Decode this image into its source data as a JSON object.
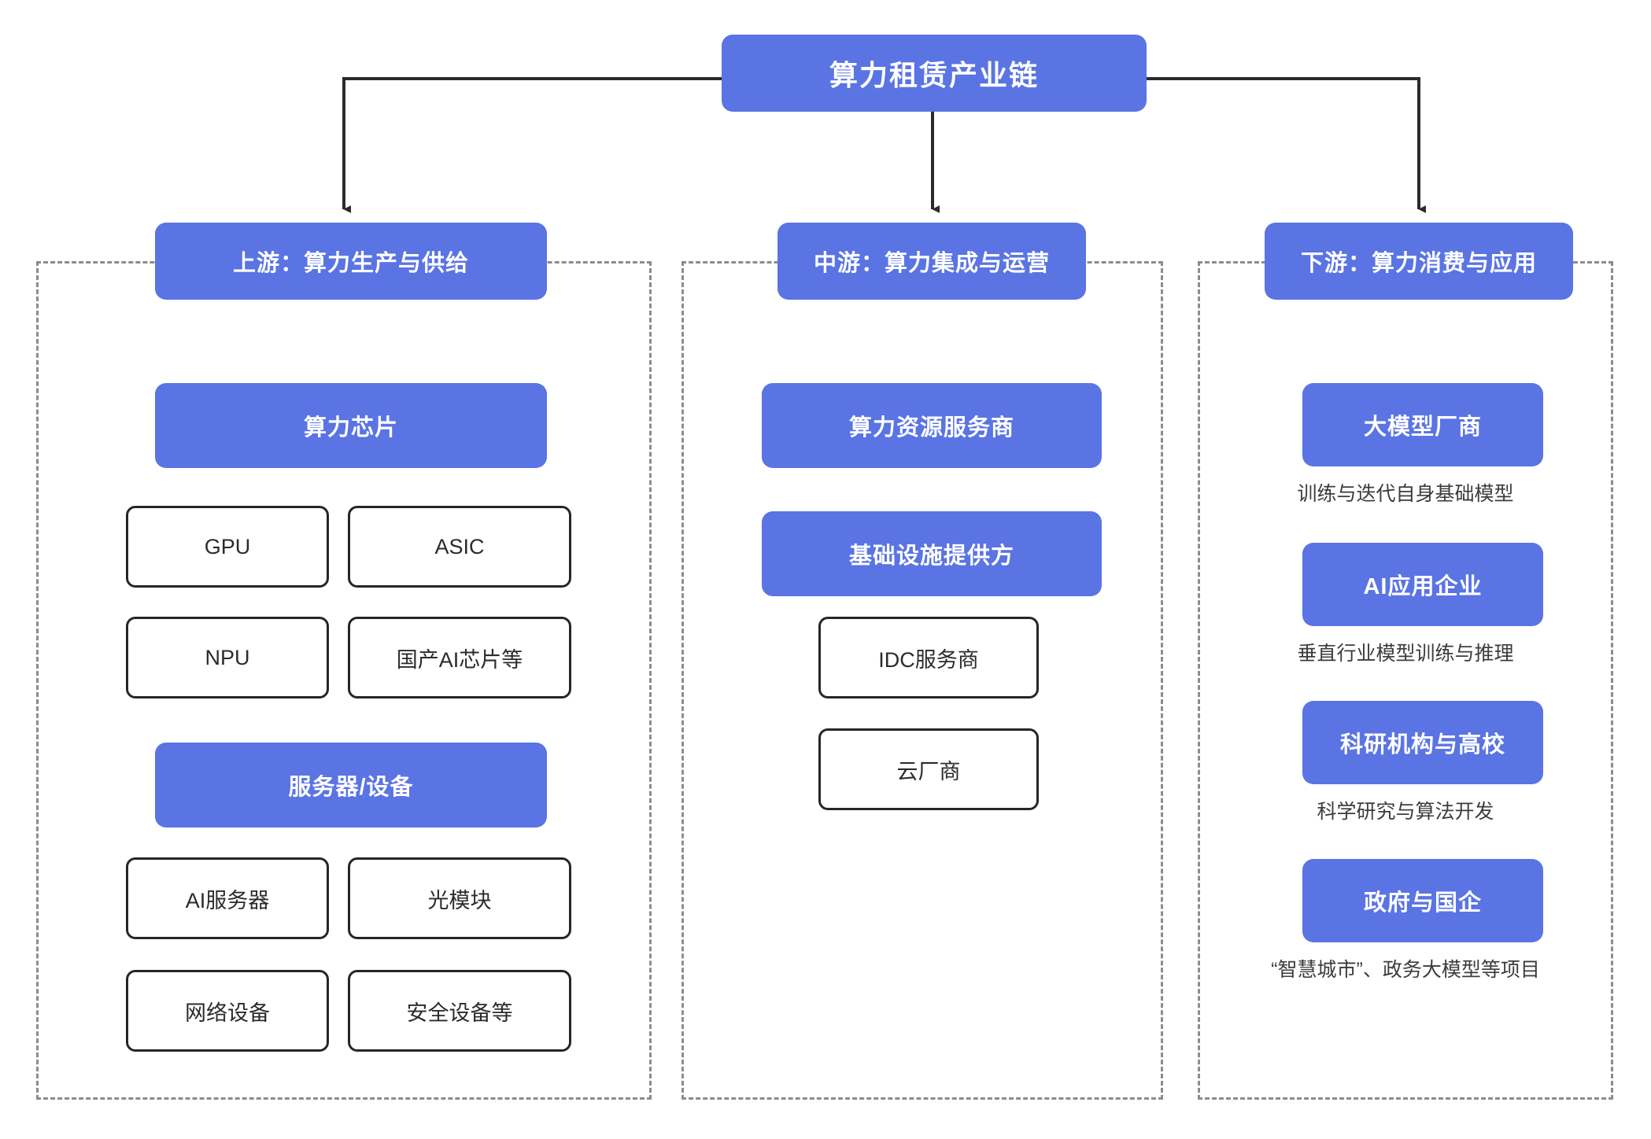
{
  "diagram": {
    "root": {
      "label": "算力租赁产业链"
    },
    "colors": {
      "accent_blue": "#5a74e4",
      "frame_dashed": "#8c8c8c",
      "outline_box_border": "#262626",
      "connector": "#2b2b2b",
      "text_dark": "#3c3c3c",
      "text_on_blue": "#ffffff"
    },
    "stages": [
      {
        "id": "upstream",
        "header": "上游：算力生产与供给",
        "categories": [
          {
            "title": "算力芯片",
            "items": [
              "GPU",
              "ASIC",
              "NPU",
              "国产AI芯片等"
            ]
          },
          {
            "title": "服务器/设备",
            "items": [
              "AI服务器",
              "光模块",
              "网络设备",
              "安全设备等"
            ]
          }
        ]
      },
      {
        "id": "midstream",
        "header": "中游：算力集成与运营",
        "categories": [
          {
            "title": "算力资源服务商",
            "items": []
          },
          {
            "title": "基础设施提供方",
            "items": [
              "IDC服务商",
              "云厂商"
            ]
          }
        ]
      },
      {
        "id": "downstream",
        "header": "下游：算力消费与应用",
        "actors": [
          {
            "title": "大模型厂商",
            "caption": "训练与迭代自身基础模型"
          },
          {
            "title": "AI应用企业",
            "caption": "垂直行业模型训练与推理"
          },
          {
            "title": "科研机构与高校",
            "caption": "科学研究与算法开发"
          },
          {
            "title": "政府与国企",
            "caption": "“智慧城市”、政务大模型等项目"
          }
        ]
      }
    ]
  }
}
